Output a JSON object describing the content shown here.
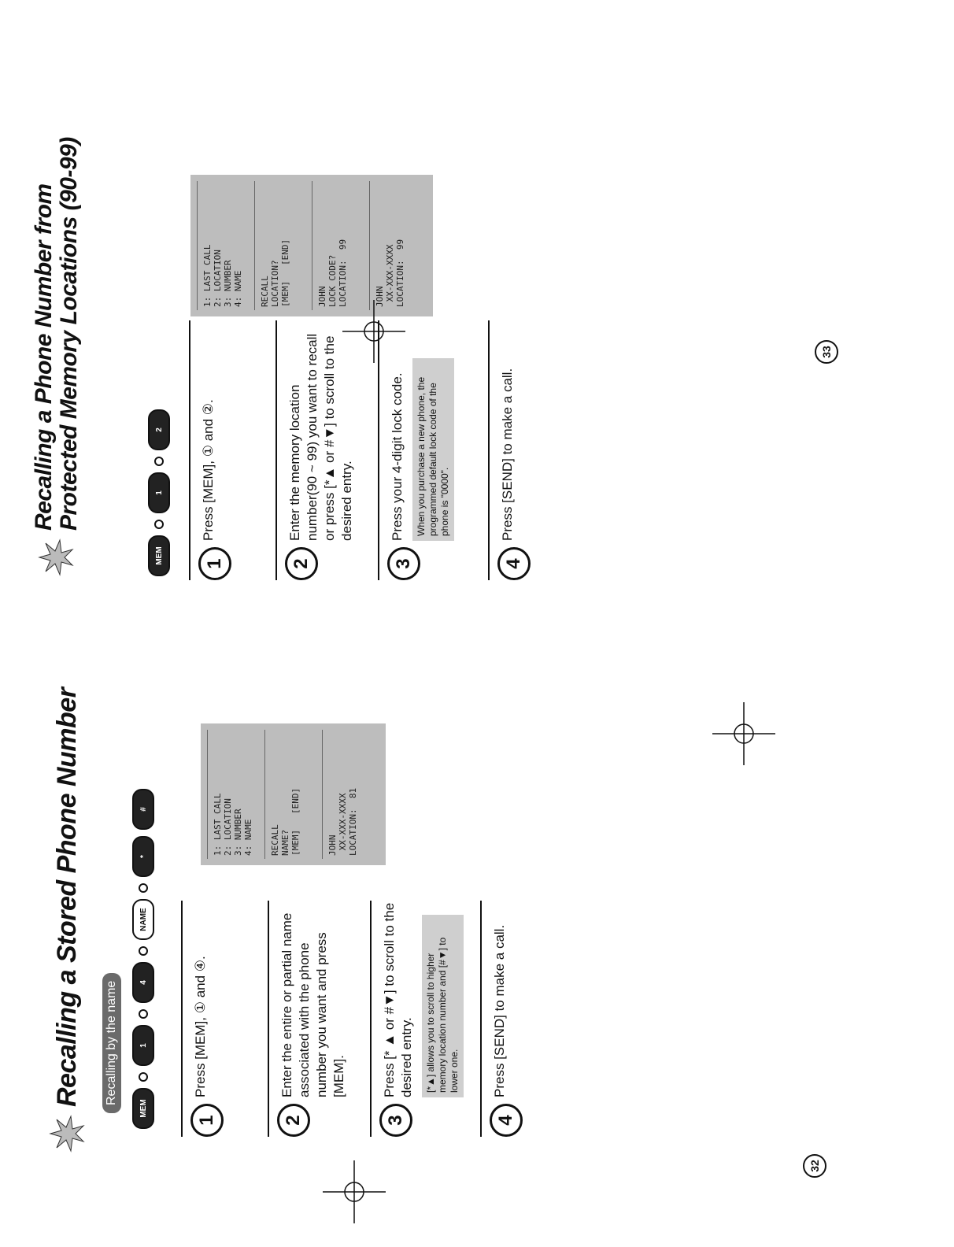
{
  "left": {
    "title": "Recalling a Stored Phone Number",
    "subhead": "Recalling by the name",
    "keys": [
      "MEM",
      "1",
      "4",
      "NAME",
      "*",
      "#"
    ],
    "steps": [
      {
        "n": "1",
        "text": "Press [MEM], ① and ④."
      },
      {
        "n": "2",
        "text": "Enter the entire or partial name associated with the phone number you want and press [MEM]."
      },
      {
        "n": "3",
        "text": "Press [* ▲ or #▼] to scroll to the desired entry.",
        "note": "[*▲] allows you to scroll to higher memory location number and [#▼] to lower one."
      },
      {
        "n": "4",
        "text": "Press [SEND] to make a call."
      }
    ],
    "screens": [
      [
        "1: LAST CALL",
        "2: LOCATION",
        "3: NUMBER",
        "4: NAME"
      ],
      [
        "RECALL",
        "NAME?",
        "[MEM]   [END]"
      ],
      [
        "JOHN",
        " XX-XXX-XXXX",
        "LOCATION:  81"
      ]
    ],
    "page": "32"
  },
  "right": {
    "title1": "Recalling a Phone Number from",
    "title2": "Protected Memory Locations (90-99)",
    "keys": [
      "MEM",
      "1",
      "2"
    ],
    "steps": [
      {
        "n": "1",
        "text": "Press [MEM], ① and ②."
      },
      {
        "n": "2",
        "text": "Enter the memory location number(90 ~ 99) you want to recall or press [*▲ or #▼] to scroll to the desired entry."
      },
      {
        "n": "3",
        "text": "Press your 4-digit lock code.",
        "note": "When you purchase a new phone, the programmed default lock code of the phone is \"0000\"."
      },
      {
        "n": "4",
        "text": "Press [SEND] to make a call."
      }
    ],
    "screens": [
      [
        "1: LAST CALL",
        "2: LOCATION",
        "3: NUMBER",
        "4: NAME"
      ],
      [
        "RECALL",
        "LOCATION?",
        "[MEM]   [END]"
      ],
      [
        "JOHN",
        "LOCK CODE?",
        "LOCATION:  99"
      ],
      [
        "JOHN",
        " XX-XXX-XXXX",
        "LOCATION:  99"
      ]
    ],
    "page": "33"
  }
}
